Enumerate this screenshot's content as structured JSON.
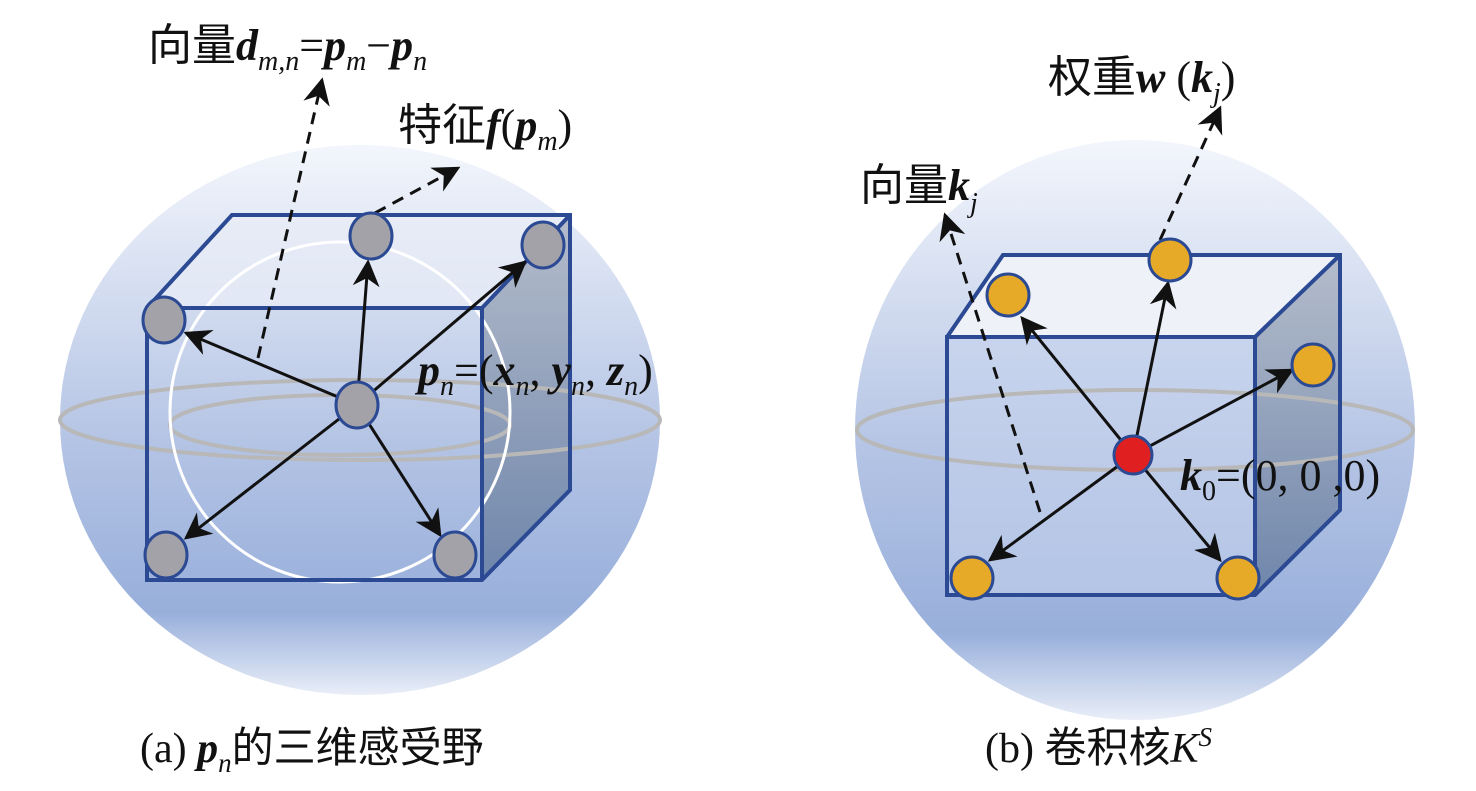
{
  "colors": {
    "sphere": "#8fa6d4",
    "cube_edge": "#2b4a93",
    "gray_point": "#a3a2a8",
    "kernel_point": "#e6a928",
    "center_kernel": "#e02020"
  },
  "panel_a": {
    "vector_label": {
      "prefix": "向量",
      "d": "d",
      "d_sub": "m,n",
      "eq": "=",
      "p1": "p",
      "p1_sub": "m",
      "minus": "−",
      "p2": "p",
      "p2_sub": "n"
    },
    "feature_label": {
      "prefix": "特征",
      "f": "f",
      "open": "(",
      "p": "p",
      "p_sub": "m",
      "close": ")"
    },
    "point_label": {
      "p": "p",
      "p_sub": "n",
      "eq": "=(",
      "x": "x",
      "x_sub": "n",
      "c1": ", ",
      "y": "y",
      "y_sub": "n",
      "c2": ", ",
      "z": "z",
      "z_sub": "n",
      "close": ")"
    },
    "caption": {
      "prefix": "(a) ",
      "p": "p",
      "p_sub": "n",
      "suffix": "的三维感受野"
    }
  },
  "panel_b": {
    "weight_label": {
      "prefix": "权重",
      "w": "w",
      "open": " (",
      "k": "k",
      "k_sub": "j",
      "close": ")"
    },
    "vector_label": {
      "prefix": "向量",
      "k": "k",
      "k_sub": "j"
    },
    "center_label": {
      "k": "k",
      "k_sub": "0",
      "rest": "=(0, 0 ,0)"
    },
    "caption": {
      "prefix": "(b) 卷积核",
      "K": "K",
      "K_sup": "S"
    }
  }
}
